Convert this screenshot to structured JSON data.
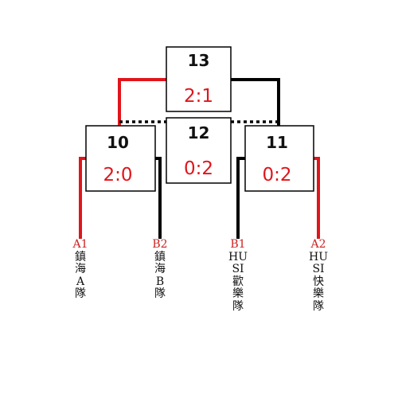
{
  "colors": {
    "winner_line": "#e0151b",
    "loser_line": "#000000",
    "score": "#e0151b",
    "seed": "#cc2222",
    "box_border": "#000000"
  },
  "matches": [
    {
      "number": "13",
      "score": "2:1"
    },
    {
      "number": "10",
      "score": "2:0"
    },
    {
      "number": "12",
      "score": "0:2"
    },
    {
      "number": "11",
      "score": "0:2"
    }
  ],
  "teams": [
    {
      "seed": "A1",
      "name": "鎮海A隊"
    },
    {
      "seed": "B2",
      "name": "鎮海B隊"
    },
    {
      "seed": "B1",
      "name": "HUSI 歡樂隊"
    },
    {
      "seed": "A2",
      "name": "HUSI快樂隊"
    }
  ]
}
